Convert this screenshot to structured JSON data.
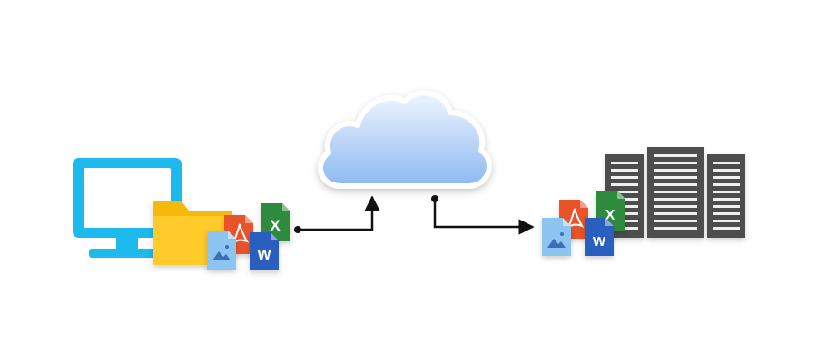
{
  "diagram": {
    "nodes": [
      {
        "id": "source",
        "name": "desktop-computer",
        "icon": "monitor-icon",
        "holds": [
          "folder-icon",
          "image-file-icon",
          "pdf-file-icon",
          "word-file-icon",
          "excel-file-icon"
        ]
      },
      {
        "id": "cloud",
        "name": "cloud",
        "icon": "cloud-icon"
      },
      {
        "id": "target",
        "name": "server-storage",
        "icon": "server-rack-icon",
        "holds": [
          "image-file-icon",
          "pdf-file-icon",
          "word-file-icon",
          "excel-file-icon"
        ]
      }
    ],
    "edges": [
      {
        "from": "source",
        "to": "cloud",
        "style": "elbow-arrow"
      },
      {
        "from": "cloud",
        "to": "target",
        "style": "elbow-arrow"
      }
    ]
  },
  "file_badges": {
    "excel": "X",
    "word": "W"
  },
  "colors": {
    "monitor": "#1DB8EC",
    "folder": "#F5B90F",
    "folder_front": "#FFCB2B",
    "excel": "#2E8B3D",
    "word": "#2A5FC0",
    "pdf": "#E9532B",
    "image": "#8CC4F2",
    "server": "#4E4E4E",
    "server_slot": "#EFEFEF",
    "cloud_top": "#EEF6FE",
    "cloud_bottom": "#8EB8F2",
    "connector": "#111111"
  }
}
